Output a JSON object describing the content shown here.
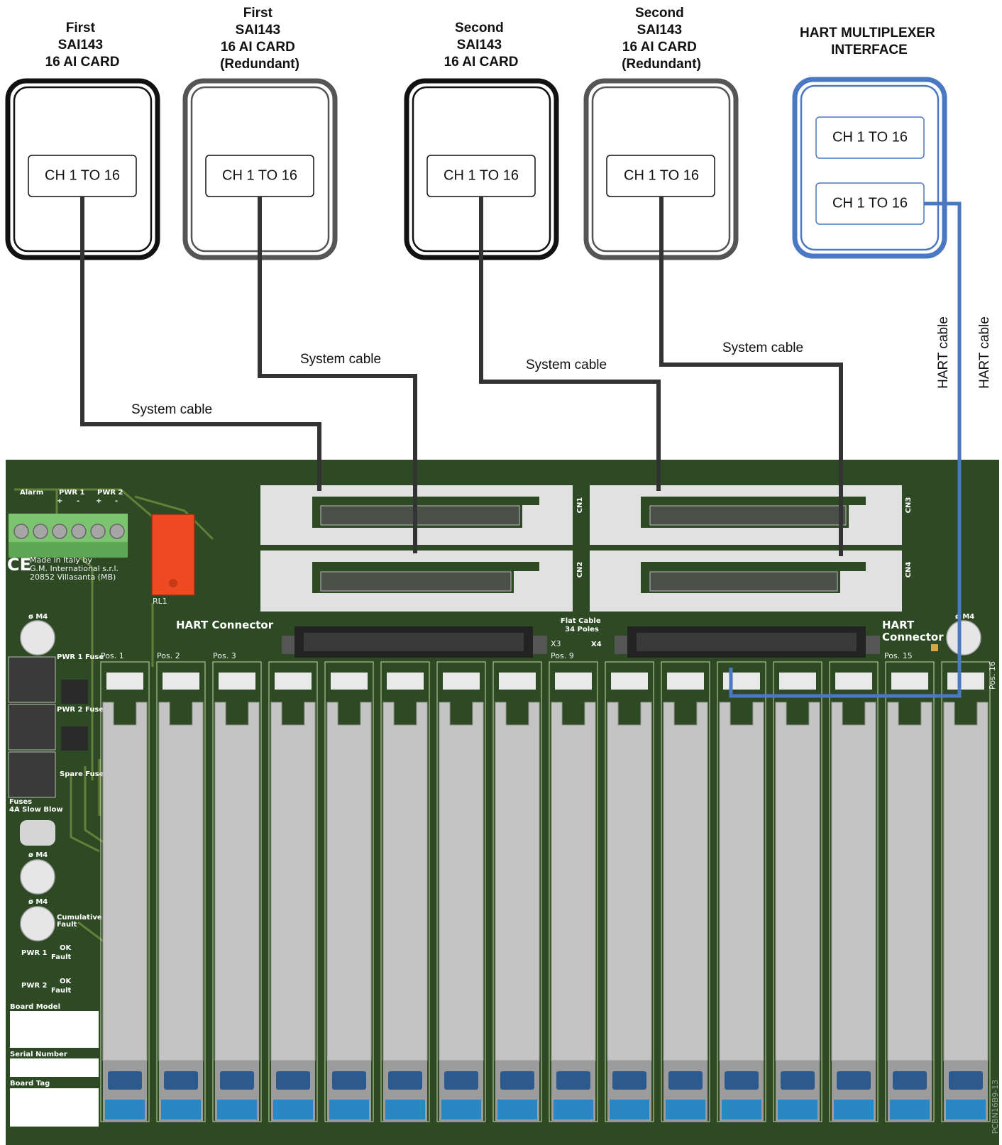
{
  "cards": [
    {
      "title": [
        "First",
        "SAI143",
        "16 AI CARD"
      ],
      "channel": "CH 1 TO 16"
    },
    {
      "title": [
        "First",
        "SAI143",
        "16 AI CARD",
        "(Redundant)"
      ],
      "channel": "CH 1 TO 16"
    },
    {
      "title": [
        "Second",
        "SAI143",
        "16 AI CARD"
      ],
      "channel": "CH 1 TO 16"
    },
    {
      "title": [
        "Second",
        "SAI143",
        "16 AI CARD",
        "(Redundant)"
      ],
      "channel": "CH 1 TO 16"
    }
  ],
  "hart_mux": {
    "title": [
      "HART MULTIPLEXER",
      "INTERFACE"
    ],
    "channels": [
      "CH 1 TO 16",
      "CH 1 TO 16"
    ]
  },
  "cables": {
    "system": [
      "System cable",
      "System cable",
      "System cable",
      "System cable"
    ],
    "hart": [
      "HART cable",
      "HART cable"
    ]
  },
  "board": {
    "terminal_labels": [
      "Alarm",
      "PWR 1",
      "PWR 2"
    ],
    "polarity": [
      "+",
      "-",
      "+",
      "-"
    ],
    "maker": [
      "Made in Italy by",
      "G.M. International s.r.l.",
      "20852 Villasanta (MB)"
    ],
    "relay": "RL1",
    "hart_connector_left": "HART Connector",
    "hart_connector_right": [
      "HART",
      "Connector"
    ],
    "flat_cable": [
      "Flat Cable",
      "34 Poles"
    ],
    "x3": "X3",
    "x4": "X4",
    "cn": [
      "CN1",
      "CN2",
      "CN3",
      "CN4"
    ],
    "m4": "ø M4",
    "fuses": [
      "PWR 1 Fuse",
      "PWR 2 Fuse",
      "Spare Fuse"
    ],
    "fuse_note": [
      "Fuses",
      "4A Slow Blow"
    ],
    "cumulative": [
      "Cumulative",
      "Fault"
    ],
    "pwr1": "PWR 1",
    "pwr2": "PWR 2",
    "ok": "OK",
    "fault": "Fault",
    "board_model": "Board Model",
    "serial_number": "Serial Number",
    "board_tag": "Board Tag",
    "positions": [
      "Pos. 1",
      "Pos. 2",
      "Pos. 3",
      "Pos. 9",
      "Pos. 15",
      "Pos. 16"
    ],
    "ref": "PCBN16B9-13"
  },
  "colors": {
    "pcb": "#2d4a24",
    "trace": "#6c8a3e",
    "cable": "#333333",
    "hart": "#4a78c2",
    "relay": "#ef4a24",
    "terminal": "#7cc470",
    "slot_fill": "#c4c4c4"
  }
}
